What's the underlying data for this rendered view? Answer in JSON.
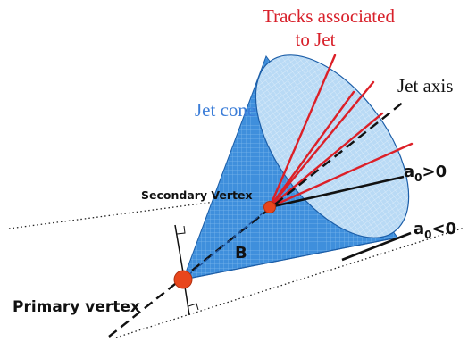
{
  "labels": {
    "tracks_line1": "Tracks associated",
    "tracks_line2": "to Jet",
    "jet_axis": "Jet axis",
    "jet_cone": "Jet cone",
    "secondary_vertex": "Secondary Vertex",
    "primary_vertex": "Primary vertex",
    "b_label": "B",
    "a0_pos_base": "a",
    "a0_pos_sub": "0",
    "a0_pos_rel": ">0",
    "a0_neg_base": "a",
    "a0_neg_sub": "0",
    "a0_neg_rel": "<0"
  },
  "colors": {
    "cone_fill": "#3e8fdc",
    "cone_fill_light": "#b9daf5",
    "cone_edge": "#1c5ea8",
    "track_red": "#dc2028",
    "vertex_orange": "#e8461c",
    "jet_cone_text": "#3b7dd8",
    "tracks_text": "#d8202a",
    "axis_black": "#111111"
  }
}
